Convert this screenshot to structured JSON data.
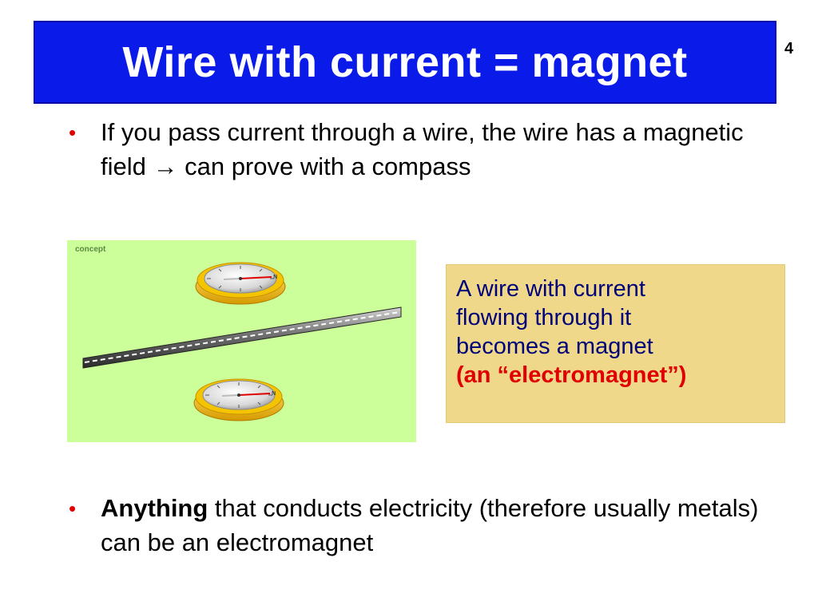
{
  "slide": {
    "title": "Wire with current = magnet",
    "number": "4",
    "colors": {
      "title_bg": "#0a1ae8",
      "bullet": "#e00000",
      "panel_bg": "#ccff99",
      "callout_bg": "#f0d88a",
      "callout_text": "#00007a",
      "callout_emphasis": "#e00000"
    }
  },
  "bullets": [
    {
      "marker": "•",
      "text": "If you pass current through a wire, the wire has a magnetic field → can prove with a compass"
    },
    {
      "marker": "•",
      "bold": "Anything",
      "text": " that conducts electricity (therefore usually metals) can be an electromagnet"
    }
  ],
  "concept": {
    "label": "concept",
    "icons": [
      "compass-icon-top",
      "wire-icon",
      "compass-icon-bottom"
    ],
    "compass_letter": "N"
  },
  "callout": {
    "lines": [
      "A wire with current",
      "flowing through it",
      "becomes a magnet"
    ],
    "emphasis": "(an “electromagnet”)"
  }
}
